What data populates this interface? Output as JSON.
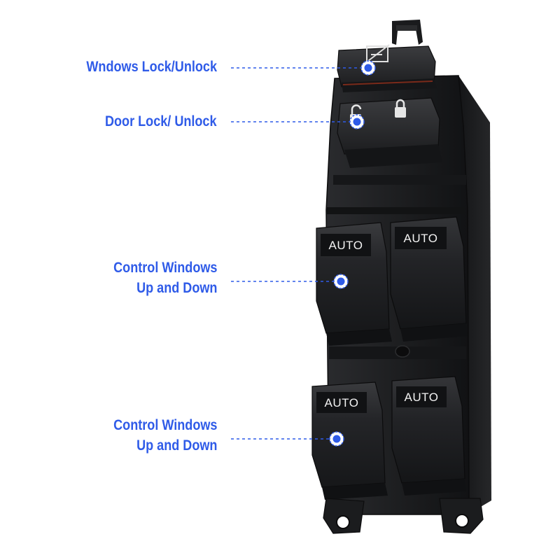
{
  "callouts": [
    {
      "lines": [
        "Wndows Lock/Unlock"
      ]
    },
    {
      "lines": [
        "Door Lock/ Unlock"
      ]
    },
    {
      "lines": [
        "Control Windows",
        "Up and Down"
      ]
    },
    {
      "lines": [
        "Control Windows",
        "Up and Down"
      ]
    }
  ],
  "buttons": {
    "auto_label": "AUTO"
  },
  "colors": {
    "callout_text": "#2f5be8",
    "callout_dot": "#2f5be8",
    "switch_body": "#1b1c1e"
  }
}
